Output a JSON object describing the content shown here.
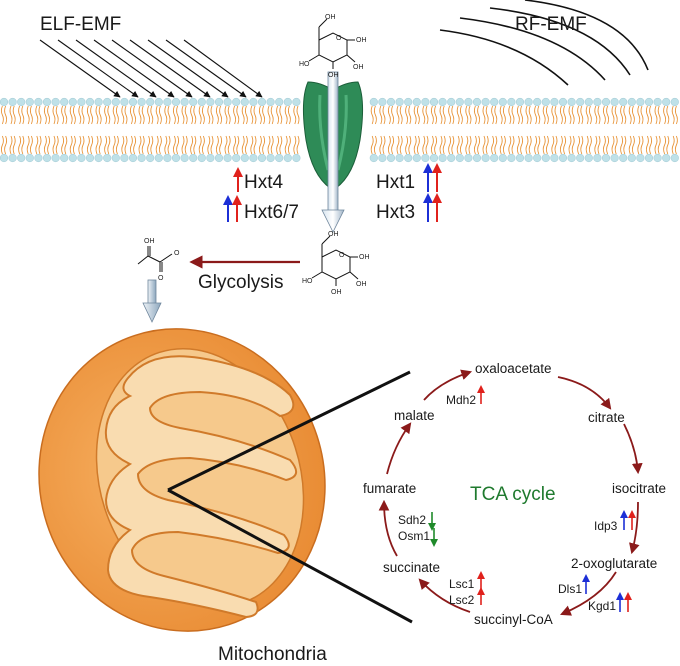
{
  "diagram": {
    "fields": {
      "elf": "ELF-EMF",
      "rf": "RF-EMF"
    },
    "transporters": {
      "left": [
        {
          "name": "Hxt4",
          "arrows": [
            "red"
          ]
        },
        {
          "name": "Hxt6/7",
          "arrows": [
            "blue",
            "red"
          ]
        }
      ],
      "right": [
        {
          "name": "Hxt1",
          "arrows": [
            "blue",
            "red"
          ]
        },
        {
          "name": "Hxt3",
          "arrows": [
            "blue",
            "red"
          ]
        }
      ]
    },
    "pathway": {
      "glycolysis": "Glycolysis"
    },
    "chemistry": {
      "oh": "OH",
      "o": "O",
      "ho": "HO"
    },
    "organelle": {
      "label": "Mitochondria"
    },
    "tca": {
      "title": "TCA cycle",
      "metabolites": {
        "oxaloacetate": "oxaloacetate",
        "citrate": "citrate",
        "isocitrate": "isocitrate",
        "oxoglutarate": "2-oxoglutarate",
        "succinylcoa": "succinyl-CoA",
        "succinate": "succinate",
        "fumarate": "fumarate",
        "malate": "malate"
      },
      "genes": {
        "mdh2": {
          "name": "Mdh2",
          "arrows": [
            "red"
          ]
        },
        "idp3": {
          "name": "Idp3",
          "arrows": [
            "blue",
            "red"
          ]
        },
        "dls1": {
          "name": "Dls1",
          "arrows": [
            "blue"
          ]
        },
        "kgd1": {
          "name": "Kgd1",
          "arrows": [
            "blue",
            "red"
          ]
        },
        "lsc1": {
          "name": "Lsc1",
          "arrows": [
            "red"
          ]
        },
        "lsc2": {
          "name": "Lsc2",
          "arrows": [
            "red"
          ]
        },
        "sdh2": {
          "name": "Sdh2",
          "arrows": [
            "green-down"
          ]
        },
        "osm1": {
          "name": "Osm1",
          "arrows": [
            "green-down"
          ]
        }
      }
    },
    "colors": {
      "up_red": "#e0211c",
      "up_blue": "#1c2fd6",
      "down_green": "#1f8a2a",
      "cycle_arrow": "#8b1a1a",
      "membrane_head": "#bfe1e8",
      "membrane_tail": "#e8953a",
      "transporter": "#2e8b57",
      "mito_outer": "#f0a04b",
      "mito_inner": "#f6c98c"
    }
  }
}
